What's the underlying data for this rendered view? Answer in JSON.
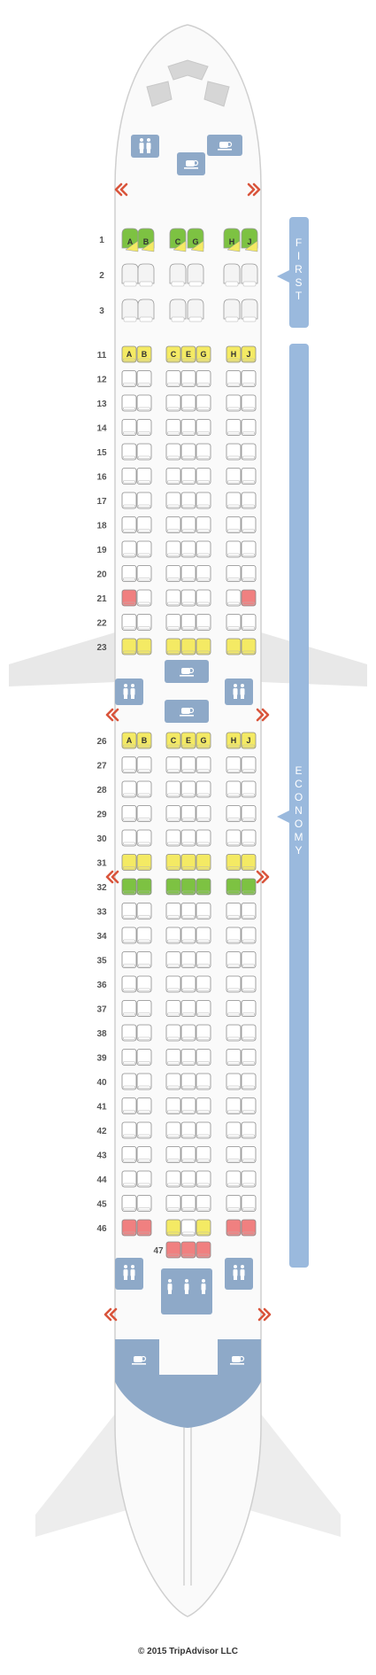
{
  "cabins": {
    "first": {
      "letters": [
        "F",
        "I",
        "R",
        "S",
        "T"
      ]
    },
    "economy": {
      "letters": [
        "E",
        "C",
        "O",
        "N",
        "O",
        "M",
        "Y"
      ]
    }
  },
  "first_class": {
    "rows": [
      "1",
      "2",
      "3"
    ],
    "seat_letters": [
      "A",
      "B",
      "C",
      "G",
      "H",
      "J"
    ]
  },
  "economy_class": {
    "rows_a": [
      "11",
      "12",
      "13",
      "14",
      "15",
      "16",
      "17",
      "18",
      "19",
      "20",
      "21",
      "22",
      "23"
    ],
    "rows_b": [
      "26",
      "27",
      "28",
      "29",
      "30",
      "31",
      "32",
      "33",
      "34",
      "35",
      "36",
      "37",
      "38",
      "39",
      "40",
      "41",
      "42",
      "43",
      "44",
      "45",
      "46"
    ],
    "row_47": "47",
    "seat_letters": [
      "A",
      "B",
      "C",
      "E",
      "G",
      "H",
      "J"
    ]
  },
  "colors": {
    "standard": "#ffffff",
    "good": "#7dc242",
    "mixed": "#f4ea64",
    "bad": "#f08080",
    "galley": "#8ea9c8",
    "cabin_bar": "#9ab9dd",
    "exit": "#d9553c"
  },
  "seat_status": {
    "11": [
      "mixed",
      "mixed",
      "mixed",
      "mixed",
      "mixed",
      "mixed",
      "mixed"
    ],
    "21": [
      "bad",
      "std",
      "std",
      "std",
      "std",
      "std",
      "bad"
    ],
    "23": [
      "mixed",
      "mixed",
      "mixed",
      "mixed",
      "mixed",
      "mixed",
      "mixed"
    ],
    "26": [
      "mixed",
      "mixed",
      "mixed",
      "mixed",
      "mixed",
      "mixed",
      "mixed"
    ],
    "31": [
      "mixed",
      "mixed",
      "mixed",
      "mixed",
      "mixed",
      "mixed",
      "mixed"
    ],
    "32": [
      "good",
      "good",
      "good",
      "good",
      "good",
      "good",
      "good"
    ],
    "46": [
      "bad",
      "bad",
      "mixed",
      "std",
      "mixed",
      "bad",
      "bad"
    ],
    "47": [
      "bad",
      "bad",
      "bad"
    ]
  },
  "footer": "© 2015 TripAdvisor LLC"
}
